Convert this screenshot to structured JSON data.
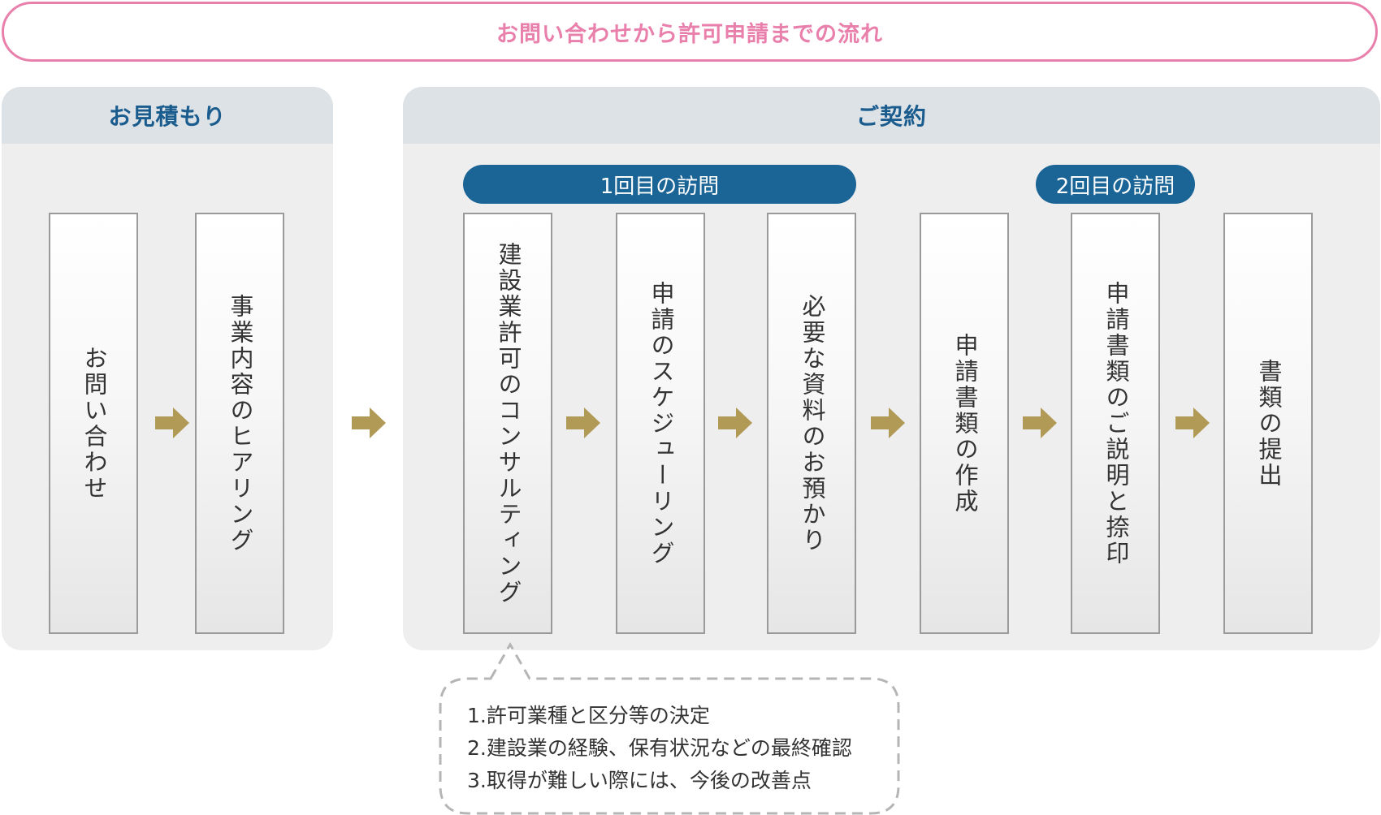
{
  "header": {
    "title": "お問い合わせから許可申請までの流れ"
  },
  "phases": {
    "estimate": {
      "title": "お見積もり"
    },
    "contract": {
      "title": "ご契約"
    }
  },
  "visits": {
    "first": "1回目の訪問",
    "second": "2回目の訪問"
  },
  "steps": [
    "お問い合わせ",
    "事業内容のヒアリング",
    "建設業許可のコンサルティング",
    "申請のスケジューリング",
    "必要な資料のお預かり",
    "申請書類の作成",
    "申請書類のご説明と捺印",
    "書類の提出"
  ],
  "consulting_details": [
    "1.許可業種と区分等の決定",
    "2.建設業の経験、保有状況などの最終確認",
    "3.取得が難しい際には、今後の改善点"
  ],
  "colors": {
    "header_border": "#e97fab",
    "phase_title": "#1b5c8e",
    "visit_badge": "#1a6496",
    "arrow": "#b09a55",
    "step_border": "#9a9a9a"
  },
  "icons": {
    "flow_arrow": "right-arrow-icon"
  }
}
